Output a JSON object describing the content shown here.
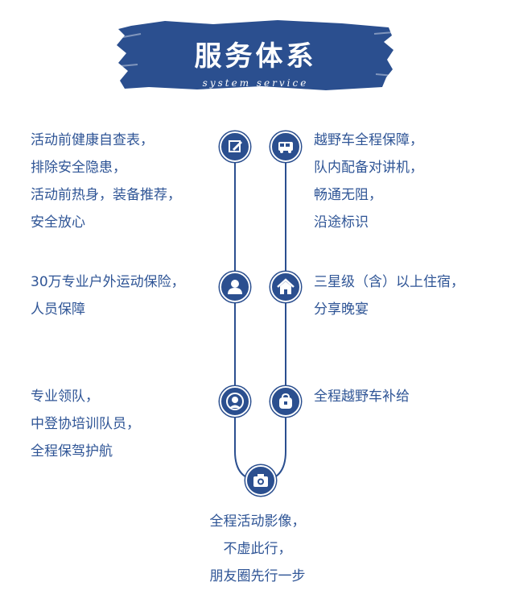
{
  "banner": {
    "title": "服务体系",
    "subtitle": "system service"
  },
  "colors": {
    "primary": "#2b4f8f",
    "text": "#2f5596"
  },
  "left_items": [
    {
      "icon": "edit-icon",
      "lines": [
        "活动前健康自查表，",
        "排除安全隐患，",
        "活动前热身，装备推荐，",
        "安全放心"
      ]
    },
    {
      "icon": "person-icon",
      "lines": [
        "30万专业户外运动保险，",
        "人员保障"
      ]
    },
    {
      "icon": "leader-icon",
      "lines": [
        "专业领队，",
        "中登协培训队员，",
        "全程保驾护航"
      ]
    }
  ],
  "right_items": [
    {
      "icon": "van-icon",
      "lines": [
        "越野车全程保障，",
        "队内配备对讲机，",
        "畅通无阻，",
        "沿途标识"
      ]
    },
    {
      "icon": "home-icon",
      "lines": [
        "三星级（含）以上住宿，",
        "分享晚宴"
      ]
    },
    {
      "icon": "backpack-icon",
      "lines": [
        "全程越野车补给"
      ]
    }
  ],
  "bottom_item": {
    "icon": "camera-icon",
    "lines": [
      "全程活动影像，",
      "不虚此行，",
      "朋友圈先行一步"
    ]
  }
}
